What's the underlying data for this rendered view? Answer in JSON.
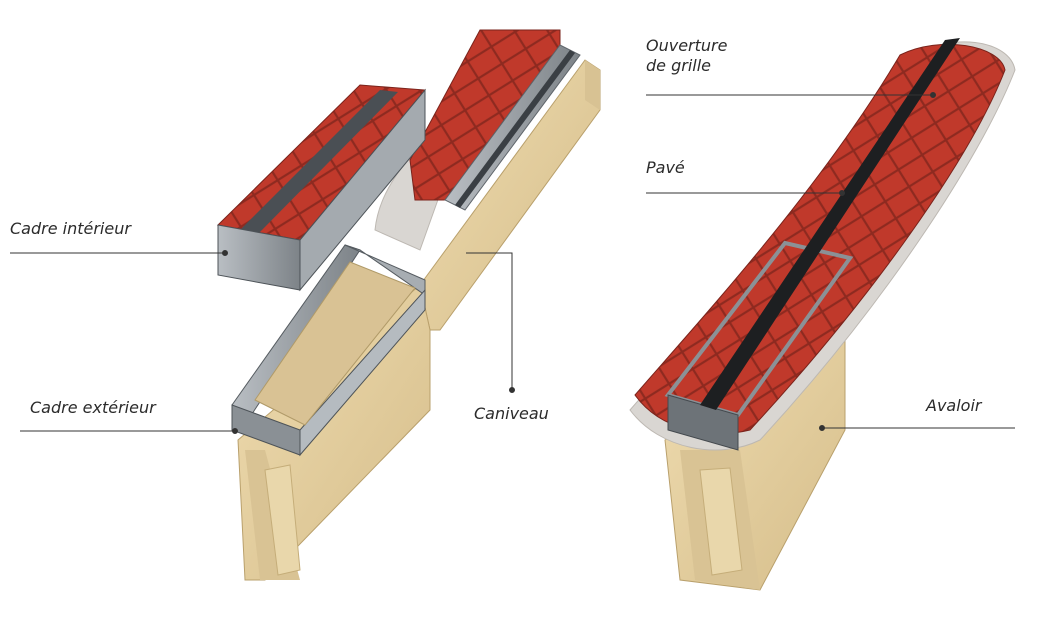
{
  "labels": {
    "cadre_interieur": "Cadre intérieur",
    "cadre_exterieur": "Cadre extérieur",
    "caniveau": "Caniveau",
    "ouverture_line1": "Ouverture",
    "ouverture_line2": "de grille",
    "pave": "Pavé",
    "avaloir": "Avaloir"
  },
  "colors": {
    "brick": "#c0392b",
    "brick_dark": "#8e2a20",
    "concrete": "#e6d2a4",
    "concrete_dark": "#c9b27f",
    "steel": "#9aa0a6",
    "steel_dark": "#5f656b",
    "mortar": "#d9d6d2",
    "leader_line": "#333333"
  }
}
